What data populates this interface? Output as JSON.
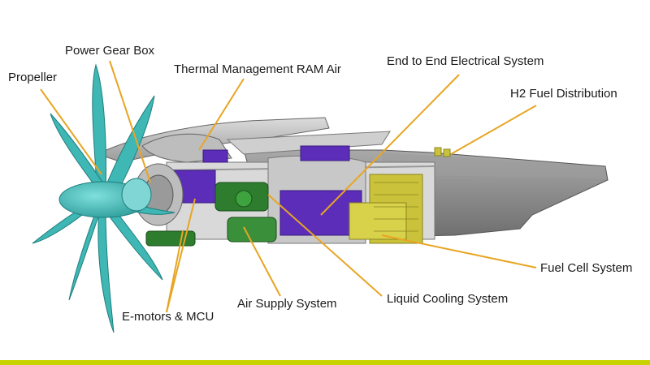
{
  "labels": {
    "propeller": "Propeller",
    "power_gear_box": "Power Gear Box",
    "thermal_management": "Thermal Management RAM Air",
    "electrical_system": "End to End Electrical System",
    "h2_fuel": "H2 Fuel Distribution",
    "fuel_cell": "Fuel Cell System",
    "liquid_cooling": "Liquid Cooling System",
    "air_supply": "Air Supply System",
    "e_motors": "E-motors & MCU"
  },
  "colors": {
    "leader_line": "#E8A523",
    "propeller": "#3FB7B5",
    "nacelle": "#8E8E8E",
    "electrical": "#5B2DB8",
    "fuel_cell": "#C9C23A",
    "cooling": "#2E7D2E",
    "accent_bar": "#C6D300"
  }
}
